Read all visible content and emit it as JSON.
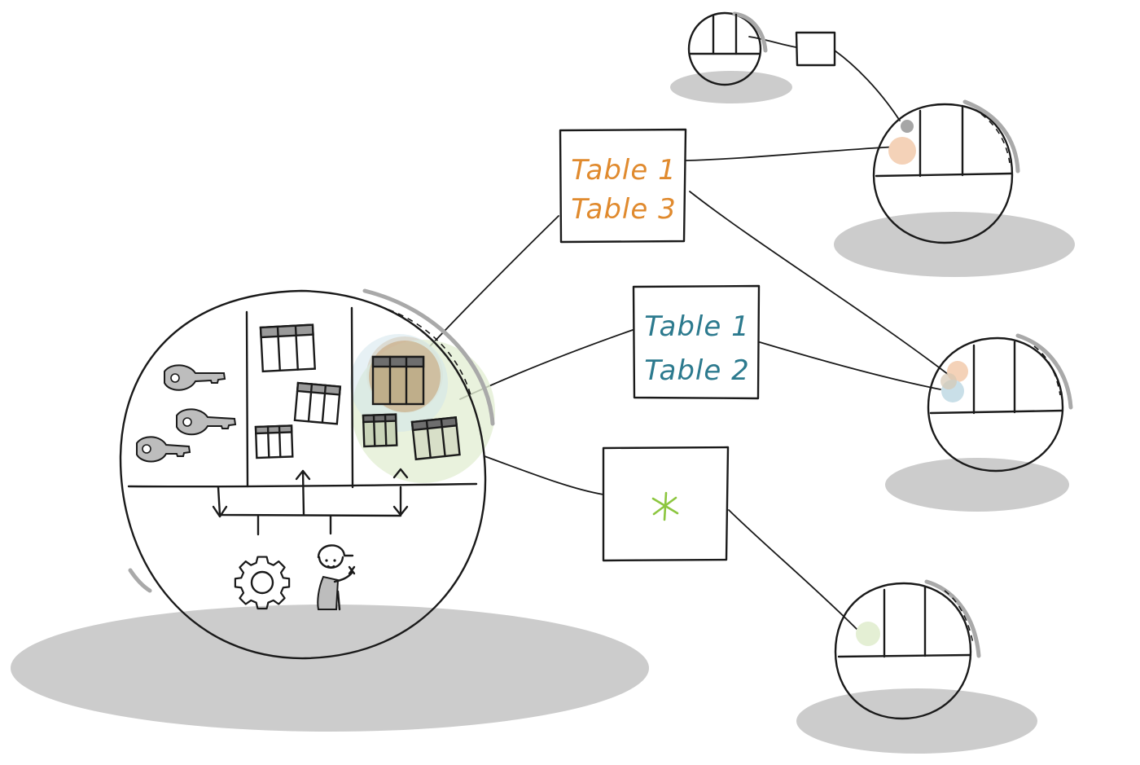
{
  "colors": {
    "ink": "#1a1a1a",
    "shadow": "#cccccc",
    "orange": "#e08a2e",
    "teal": "#2c7a8e",
    "green": "#8cc63f"
  },
  "boxes": [
    {
      "lines": [
        "Table 1",
        "Table 3"
      ],
      "color": "#e08a2e"
    },
    {
      "lines": [
        "Table 1",
        "Table 2"
      ],
      "color": "#2c7a8e"
    },
    {
      "lines": [
        "*"
      ],
      "color": "#8cc63f"
    }
  ],
  "icons": [
    "key-icon",
    "table-icon",
    "gear-icon",
    "worker-icon"
  ]
}
